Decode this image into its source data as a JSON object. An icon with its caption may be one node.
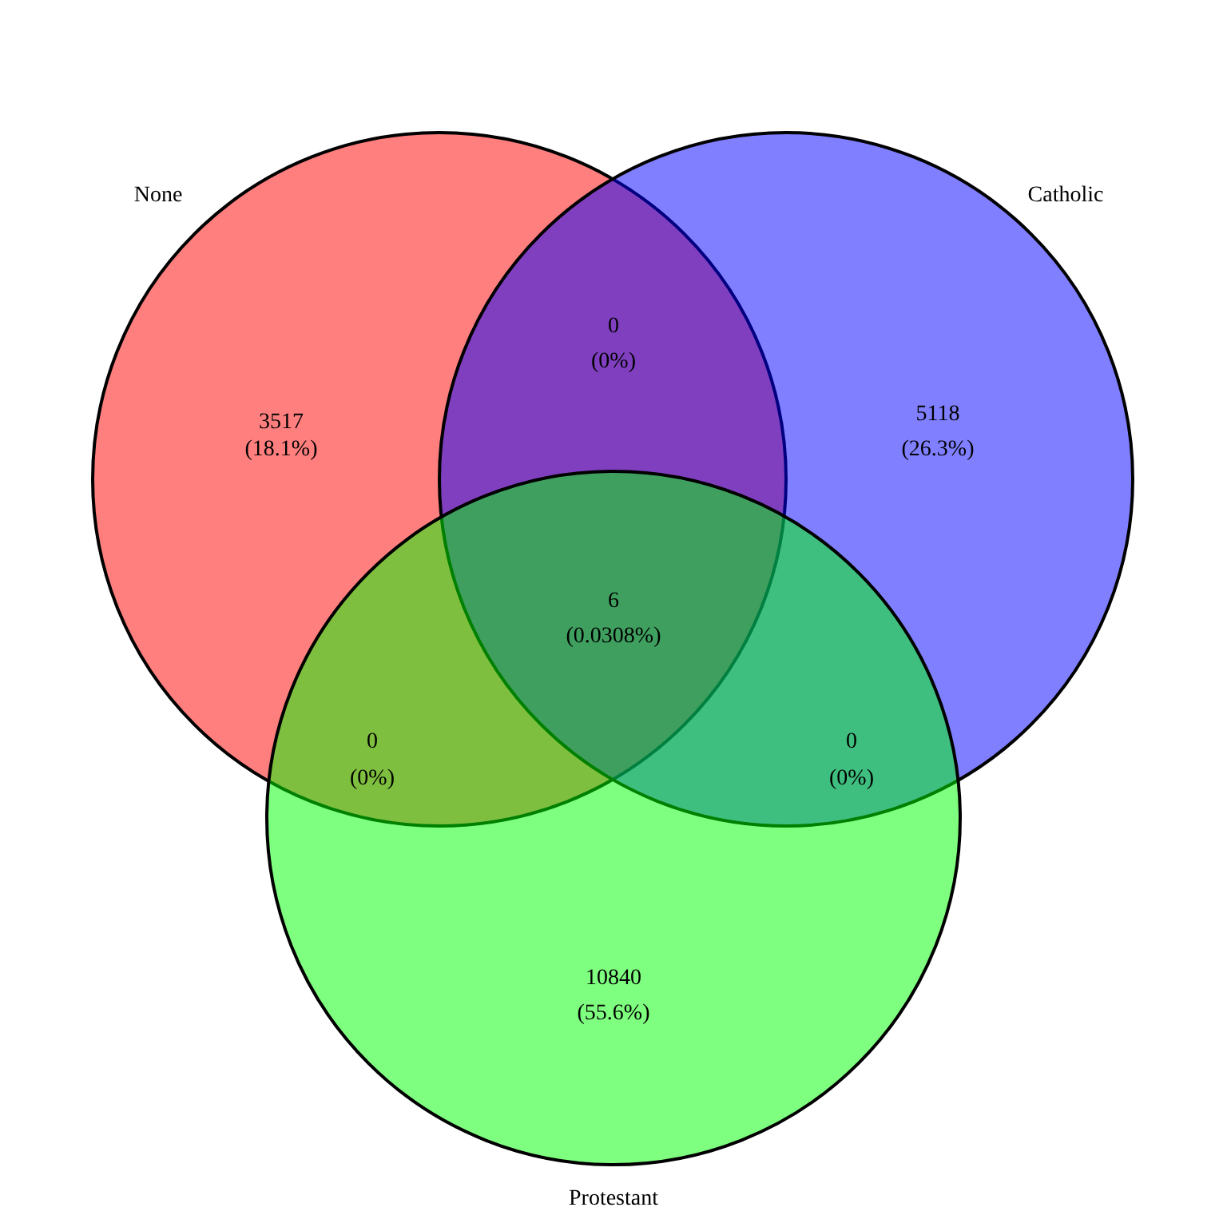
{
  "diagram": {
    "nodes": [
      {
        "text": [
          "None"
        ]
      },
      {
        "text": [
          "Catholic"
        ]
      },
      {
        "text": [
          "Protestant"
        ]
      }
    ],
    "labels": [
      "0",
      "(0%)",
      "3517",
      "(18.1%)",
      "5118",
      "(26.3%)",
      "6",
      "(0.0308%)",
      "0",
      "(0%)",
      "0",
      "(0%)",
      "10840",
      "(55.6%)"
    ]
  }
}
